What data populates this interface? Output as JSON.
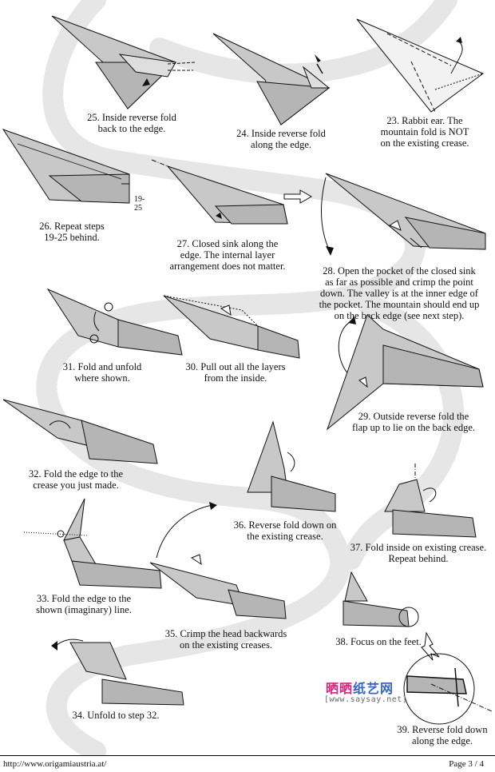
{
  "steps": [
    {
      "num": "25.",
      "lines": [
        "Inside reverse fold",
        "back to the edge."
      ]
    },
    {
      "num": "24.",
      "lines": [
        "Inside reverse fold",
        "along the edge."
      ]
    },
    {
      "num": "23.",
      "lines": [
        "Rabbit ear. The",
        "mountain fold is NOT",
        "on the existing crease."
      ]
    },
    {
      "num": "26.",
      "lines": [
        "Repeat steps",
        "19-25 behind."
      ],
      "marker": "19-25"
    },
    {
      "num": "27.",
      "lines": [
        "Closed sink along the",
        "edge. The internal layer",
        "arrangement does not matter."
      ]
    },
    {
      "num": "28.",
      "lines": [
        "Open the pocket of the closed sink",
        "as far as possible and crimp the point",
        "down. The valley is at the inner edge of",
        "the pocket. The mountain should end up",
        "on the back edge (see next step)."
      ]
    },
    {
      "num": "31.",
      "lines": [
        "Fold and unfold",
        "where shown."
      ]
    },
    {
      "num": "30.",
      "lines": [
        "Pull out all the layers",
        "from the inside."
      ]
    },
    {
      "num": "29.",
      "lines": [
        "Outside reverse fold the",
        "flap up to lie on the back edge."
      ]
    },
    {
      "num": "32.",
      "lines": [
        "Fold the edge to the",
        "crease you just made."
      ]
    },
    {
      "num": "36.",
      "lines": [
        "Reverse fold down on",
        "the existing crease."
      ]
    },
    {
      "num": "37.",
      "lines": [
        "Fold inside on existing crease.",
        "Repeat behind."
      ]
    },
    {
      "num": "33.",
      "lines": [
        "Fold the edge to the",
        "shown (imaginary) line."
      ]
    },
    {
      "num": "35.",
      "lines": [
        "Crimp the head backwards",
        "on the existing creases."
      ]
    },
    {
      "num": "38.",
      "lines": [
        "Focus on the feet."
      ]
    },
    {
      "num": "34.",
      "lines": [
        "Unfold to step 32."
      ]
    },
    {
      "num": "39.",
      "lines": [
        "Reverse fold down",
        "along the edge."
      ]
    }
  ],
  "footer": {
    "url": "http://www.origamiaustria.at/",
    "page": "Page 3 / 4"
  },
  "watermark": {
    "cn_part1": "晒晒",
    "cn_part2": "纸艺网",
    "url": "[www.saysay.net]"
  },
  "colors": {
    "paper": "#c8c8c8",
    "paper_dark": "#a8a8a8",
    "background_path": "#e6e6e6",
    "ink": "#111111"
  }
}
